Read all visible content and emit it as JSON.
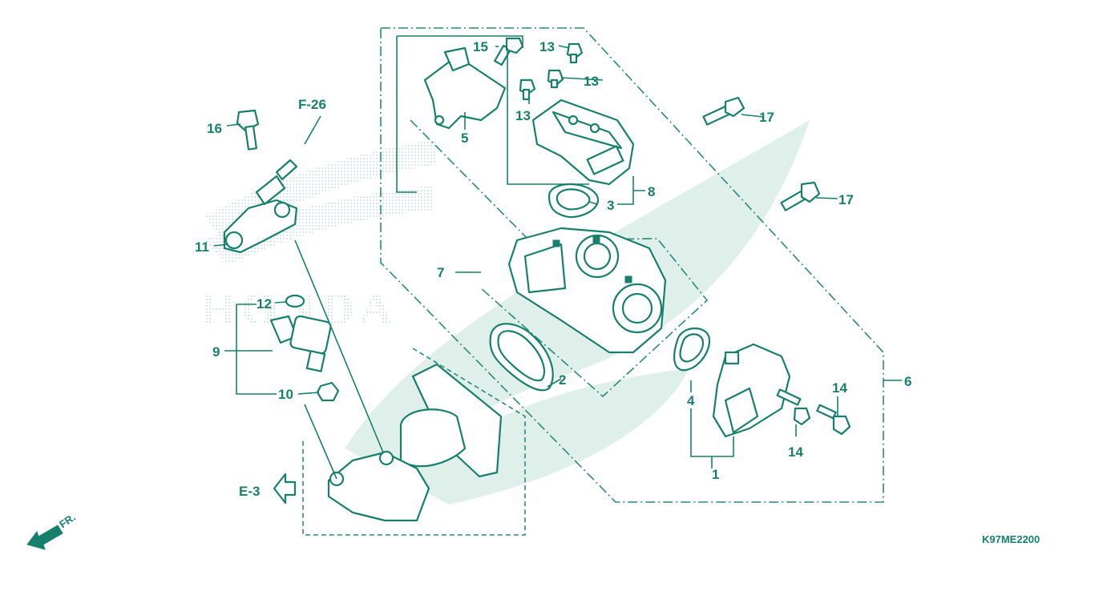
{
  "diagram": {
    "code": "K97ME2200",
    "watermark_text": "HONDA",
    "colors": {
      "line": "#17806d",
      "watermark": "#dff0ea",
      "background": "#ffffff"
    },
    "refs": {
      "f26": "F-26",
      "e3": "E-3",
      "fr": "FR."
    },
    "labels": {
      "p1": "1",
      "p2": "2",
      "p3": "3",
      "p4": "4",
      "p5": "5",
      "p6": "6",
      "p7": "7",
      "p8": "8",
      "p9": "9",
      "p10": "10",
      "p11": "11",
      "p12": "12",
      "p13a": "13",
      "p13b": "13",
      "p13c": "13",
      "p14a": "14",
      "p14b": "14",
      "p15": "15",
      "p16": "16",
      "p17a": "17",
      "p17b": "17"
    }
  }
}
